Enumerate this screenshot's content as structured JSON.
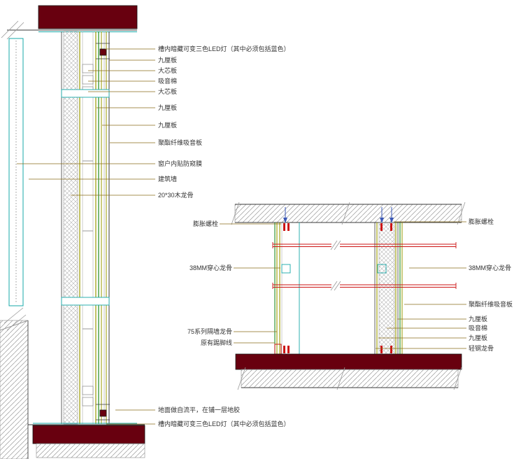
{
  "drawing": {
    "title": "wall-and-partition-construction-detail",
    "colors": {
      "maroon": "#68000f",
      "cyan": "#17a8a8",
      "olive": "#9a9a00",
      "green": "#1f8c1f",
      "red": "#cc1414",
      "blue": "#3a57b5",
      "leader": "#8a6d1a",
      "hatch": "#9a9a9a",
      "text": "#333333"
    },
    "left_section": {
      "labels": [
        "槽内暗藏可变三色LED灯（其中必须包括蓝色）",
        "九厘板",
        "大芯板",
        "吸音棉",
        "大芯板",
        "九厘板",
        "九厘板",
        "聚酯纤维吸音板",
        "窗户内贴防窥膜",
        "建筑墙",
        "20*30木龙骨",
        "地面做自流平，在铺一层地胶",
        "槽内暗藏可变三色LED灯（其中必须包括蓝色）"
      ]
    },
    "plan_section": {
      "left_labels": [
        "膨胀螺栓",
        "38MM穿心龙骨",
        "75系列隔墙龙骨",
        "原有踢脚线"
      ],
      "right_labels": [
        "膨胀螺栓",
        "38MM穿心龙骨",
        "聚酯纤维吸音板",
        "九厘板",
        "吸音棉",
        "九厘板",
        "轻钢龙骨"
      ]
    }
  }
}
